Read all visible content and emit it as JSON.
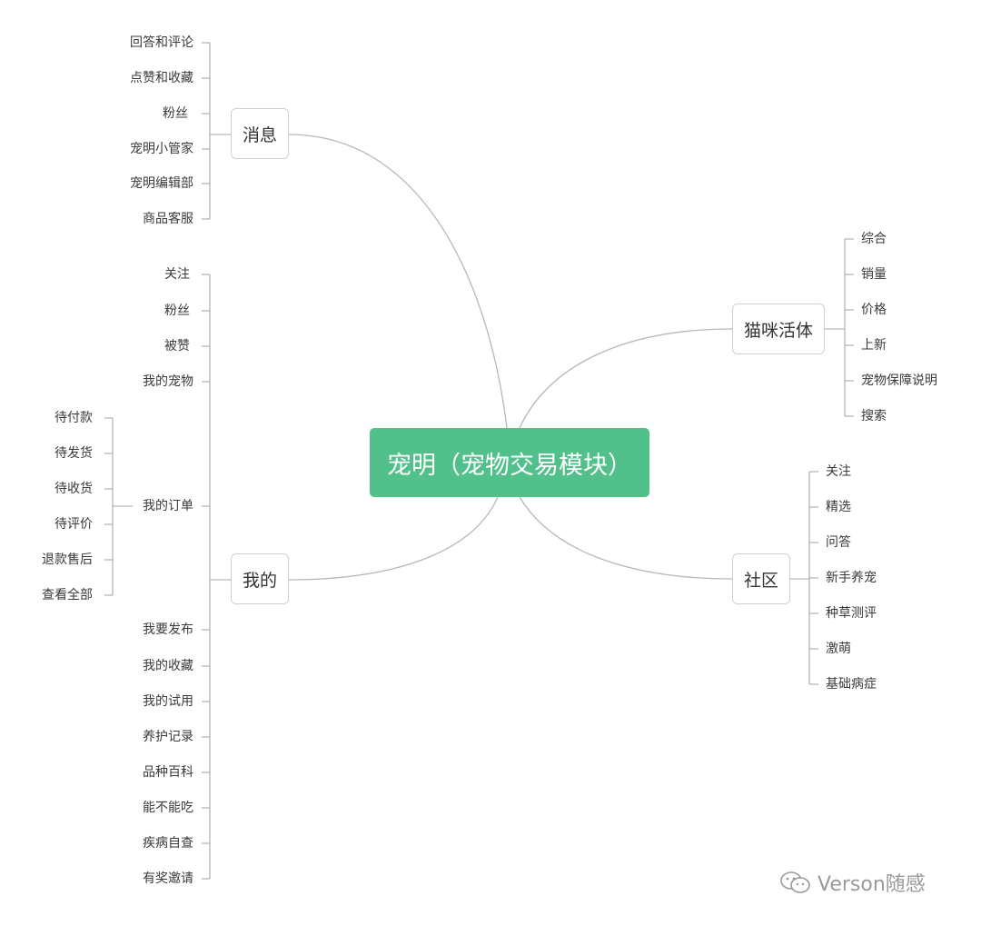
{
  "root": {
    "label": "宠明（宠物交易模块）"
  },
  "branches": {
    "messages": {
      "label": "消息",
      "children": [
        "回答和评论",
        "点赞和收藏",
        "粉丝",
        "宠明小管家",
        "宠明编辑部",
        "商品客服"
      ]
    },
    "mine": {
      "label": "我的",
      "children": [
        "关注",
        "粉丝",
        "被赞",
        "我的宠物",
        "我的订单",
        "我要发布",
        "我的收藏",
        "我的试用",
        "养护记录",
        "品种百科",
        "能不能吃",
        "疾病自查",
        "有奖邀请"
      ],
      "orders": {
        "label": "我的订单",
        "children": [
          "待付款",
          "待发货",
          "待收货",
          "待评价",
          "退款售后",
          "查看全部"
        ]
      }
    },
    "cats": {
      "label": "猫咪活体",
      "children": [
        "综合",
        "销量",
        "价格",
        "上新",
        "宠物保障说明",
        "搜索"
      ]
    },
    "community": {
      "label": "社区",
      "children": [
        "关注",
        "精选",
        "问答",
        "新手养宠",
        "种草测评",
        "激萌",
        "基础病症"
      ]
    }
  },
  "watermark": {
    "text": "Verson随感",
    "icon": "wechat-icon"
  },
  "colors": {
    "root": "#52c08a",
    "edge": "#b8b8b8",
    "node_border": "#cfcfcf",
    "text": "#333333"
  }
}
